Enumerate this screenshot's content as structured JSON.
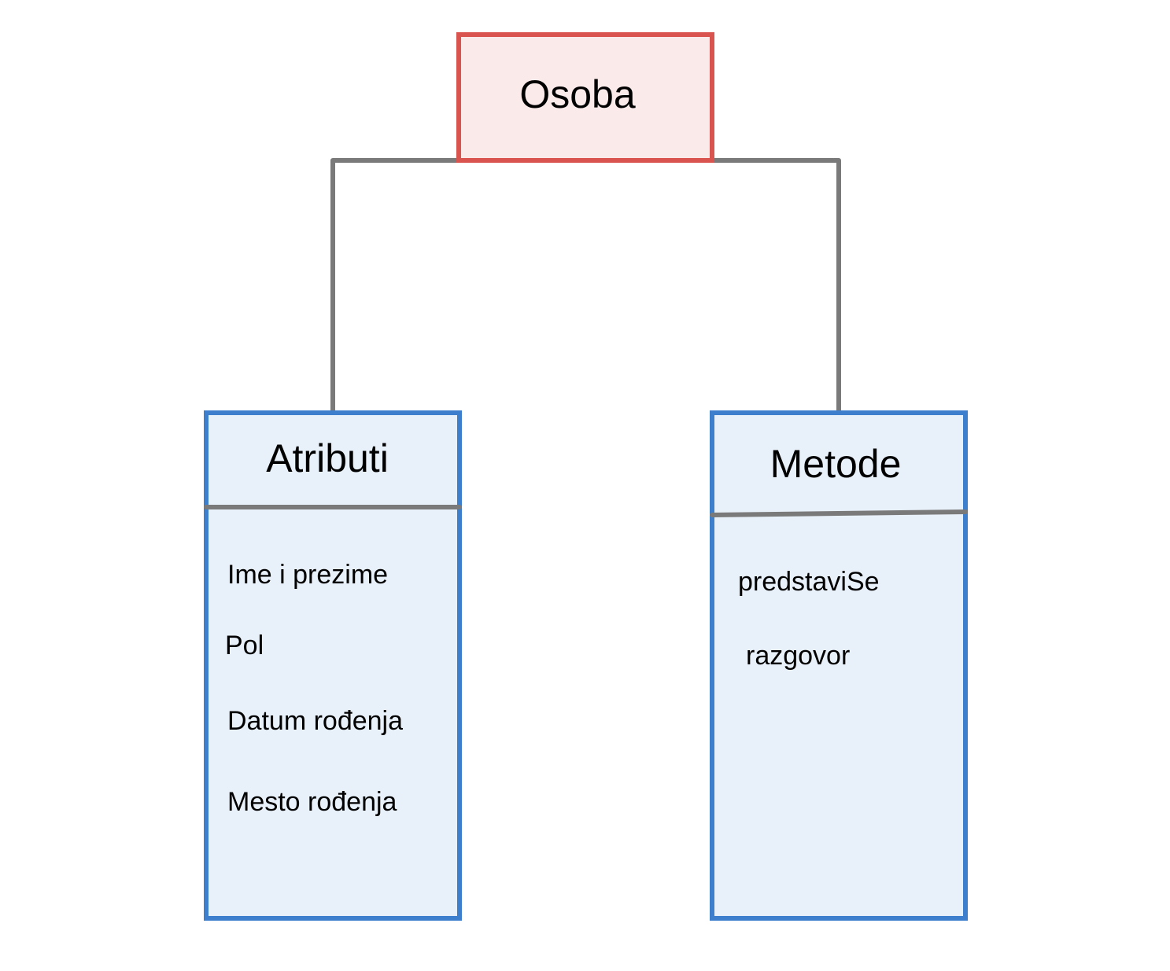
{
  "colors": {
    "root_border": "#d9534f",
    "root_fill": "#fbeaea",
    "box_border": "#3d7fcc",
    "box_fill": "#e8f0f9",
    "connector": "#7a7a7a",
    "divider": "#7a7a7a",
    "text": "#000000"
  },
  "root": {
    "label": "Osoba"
  },
  "attributes_box": {
    "title": "Atributi",
    "items": [
      "Ime i prezime",
      "Pol",
      "Datum rođenja",
      "Mesto rođenja"
    ]
  },
  "methods_box": {
    "title": "Metode",
    "items": [
      "predstaviSe",
      "razgovor"
    ]
  }
}
